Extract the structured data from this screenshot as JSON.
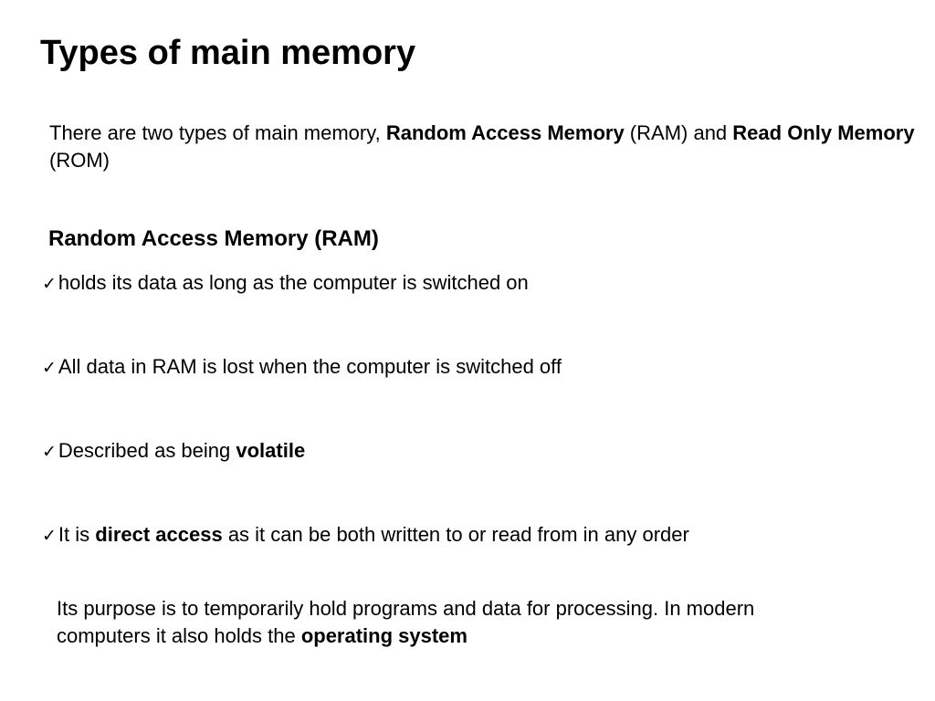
{
  "slide": {
    "title": "Types of main memory",
    "intro": {
      "part1": "There are two types of main memory, ",
      "ram_term": "Random Access Memory",
      "part2": " (RAM) and ",
      "rom_term": "Read Only Memory",
      "part3": " (ROM)"
    },
    "section_heading": "Random Access Memory (RAM)",
    "bullet_icon": "checkmark-icon",
    "bullets": [
      {
        "check": "✓",
        "text": "holds its data as long as the computer is switched on"
      },
      {
        "check": "✓",
        "text": "All data in RAM is lost when the computer is switched off"
      },
      {
        "check": "✓",
        "text": "Described as being ",
        "bold": "volatile"
      },
      {
        "check": "✓",
        "text": "It is ",
        "bold": "direct access",
        "text_after": " as it can be both written to or read from in any order"
      }
    ],
    "purpose": {
      "text": "Its purpose is to temporarily hold programs and data for processing.  In modern computers it also holds the ",
      "bold": "operating system"
    }
  }
}
